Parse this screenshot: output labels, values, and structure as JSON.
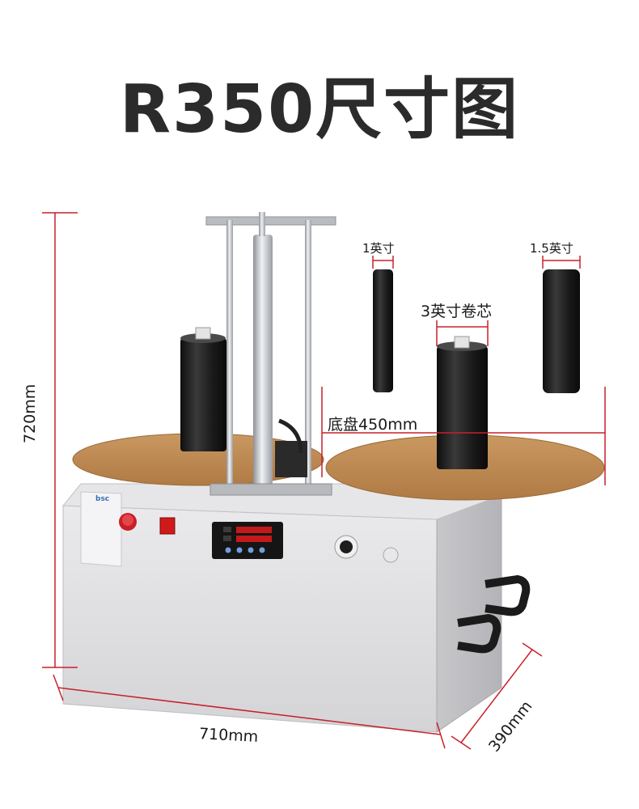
{
  "title": "R350尺寸图",
  "dimensions": {
    "height": "720mm",
    "width": "710mm",
    "depth": "390mm"
  },
  "cores": {
    "core_1": "1英寸",
    "core_1_5": "1.5英寸",
    "core_3": "3英寸卷芯"
  },
  "base_plate": "底盘450mm",
  "brand_logo": "bsc",
  "colors": {
    "dimension_line": "#c8202a",
    "plate": "#c08c55",
    "body": "#dcdcde",
    "roll": "#1c1c1c"
  }
}
